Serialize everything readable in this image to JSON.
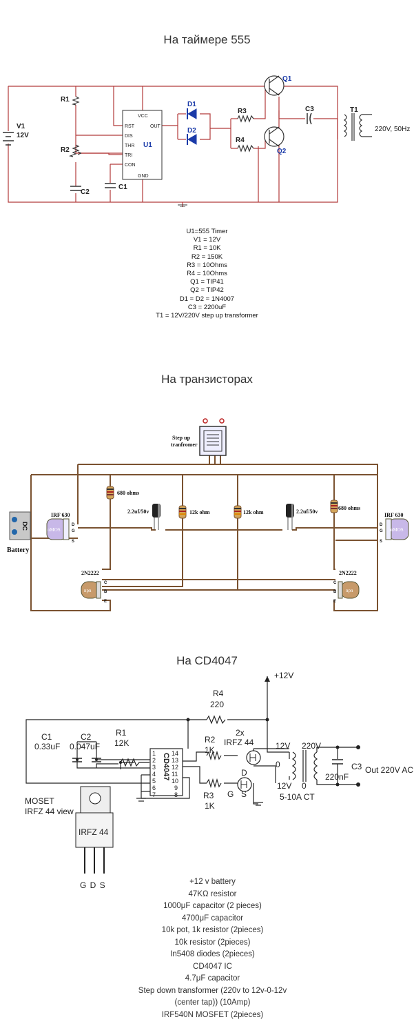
{
  "section1": {
    "title": "На таймере 555",
    "labels": {
      "v1": "V1",
      "v1_val": "12V",
      "r1": "R1",
      "r2": "R2",
      "c2": "C2",
      "c1": "C1",
      "u1": "U1",
      "vcc": "VCC",
      "rst": "RST",
      "dis": "DIS",
      "thr": "THR",
      "tri": "TRI",
      "con": "CON",
      "gnd": "GND",
      "out": "OUT",
      "d1": "D1",
      "d2": "D2",
      "r3": "R3",
      "r4": "R4",
      "q1": "Q1",
      "q2": "Q2",
      "c3": "C3",
      "t1": "T1",
      "out_ac": "220V, 50Hz"
    },
    "parts": [
      "U1=555 Timer",
      "V1 = 12V",
      "R1 = 10K",
      "R2 = 150K",
      "R3 = 10Ohms",
      "R4 = 10Ohms",
      "Q1 = TIP41",
      "Q2 = TIP42",
      "D1 = D2 = 1N4007",
      "C3 = 2200uF",
      "T1 = 12V/220V step up transformer"
    ]
  },
  "section2": {
    "title": "На транзисторах",
    "labels": {
      "transformer_1": "Step up",
      "transformer_2": "tranfromer",
      "r_left": "680 ohms",
      "r_right": "680 ohms",
      "c_left": "2.2uf/50v",
      "c_right": "2.2uf/50v",
      "r12_left": "12k ohm",
      "r12_right": "12k ohm",
      "mos_left": "IRF 630",
      "mos_right": "IRF 630",
      "mos_body": "nMOS",
      "npn_left": "2N2222",
      "npn_right": "2N2222",
      "npn_body": "npn",
      "battery": "Battery",
      "dc": "DC",
      "pin_d": "D",
      "pin_g": "G",
      "pin_s": "S",
      "pin_c": "C",
      "pin_b": "B",
      "pin_e": "E"
    }
  },
  "section3": {
    "title": "На CD4047",
    "labels": {
      "vplus": "+12V",
      "r4": "R4",
      "r4_val": "220",
      "c1": "C1",
      "c1_val": "0.33uF",
      "c2": "C2",
      "c2_val": "0.047uF",
      "r1": "R1",
      "r1_val": "12K",
      "ic": "CD4047",
      "r2": "R2",
      "r2_val": "1K",
      "r3": "R3",
      "r3_val": "1K",
      "mos_count": "2x",
      "mos_name": "IRFZ 44",
      "d": "D",
      "g": "G",
      "s": "S",
      "v12a": "12V",
      "v0a": "0",
      "v12b": "12V",
      "v0b": "0",
      "v220": "220V",
      "c3": "C3",
      "c3_val": "220nF",
      "out": "Out 220V AC",
      "ct": "5-10A CT",
      "moset": "MOSET",
      "view": "IRFZ 44 view",
      "pkg": "IRFZ 44",
      "gds": "G D S",
      "pins_left": [
        "1",
        "2",
        "3",
        "4",
        "5",
        "6",
        "7"
      ],
      "pins_right": [
        "14",
        "13",
        "12",
        "11",
        "10",
        "9",
        "8"
      ]
    },
    "parts": [
      "+12 v battery",
      "47KΩ resistor",
      "1000μF capacitor (2 pieces)",
      "4700μF capacitor",
      "10k pot, 1k resistor (2pieces)",
      "10k resistor (2pieces)",
      "In5408 diodes (2pieces)",
      "CD4047 IC",
      "4.7μF capacitor",
      "Step down transformer (220v to 12v-0-12v",
      "(center tap)) (10Amp)",
      "IRF540N MOSFET (2pieces)"
    ]
  },
  "colors": {
    "wire1": "#b23a3a",
    "wire2": "#7a5230",
    "diode": "#1a3aa8",
    "label_blue": "#1a3aa8"
  }
}
